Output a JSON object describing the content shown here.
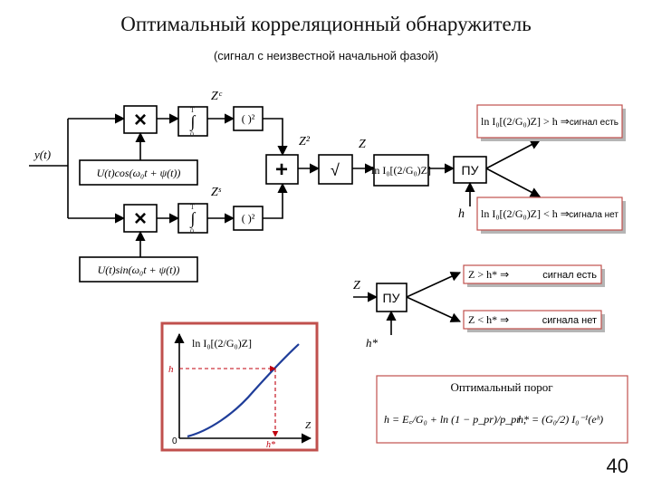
{
  "title": "Оптимальный корреляционный обнаружитель",
  "subtitle": "(сигнал с неизвестной начальной фазой)",
  "page_number": "40",
  "input_label": "y(t)",
  "multiply_symbol": "×",
  "sum_symbol": "+",
  "sqrt_symbol": "√",
  "integral_symbol": "∫",
  "square_symbol": "( )²",
  "ref_cos": "U(t)cos(ω₀t + ψ(t))",
  "ref_sin": "U(t)sin(ω₀t + ψ(t))",
  "zc_label": "Zᶜ",
  "zs_label": "Zˢ",
  "z2_label": "Z²",
  "z_label": "Z",
  "bessel_block": "ln I₀[(2/G₀)Z]",
  "pu_label": "ПУ",
  "h_label": "h",
  "decision1": {
    "yes_formula": "ln I₀[(2/G₀)Z] > h ⇒",
    "yes_text": "сигнал есть",
    "no_formula": "ln I₀[(2/G₀)Z] < h ⇒",
    "no_text": "сигнала нет"
  },
  "decision2": {
    "z_label": "Z",
    "pu_label": "ПУ",
    "threshold_label": "h*",
    "yes_formula": "Z > h* ⇒",
    "yes_text": "сигнал есть",
    "no_formula": "Z < h* ⇒",
    "no_text": "сигнала нет"
  },
  "graph": {
    "curve_label": "ln I₀[(2/G₀)Z]",
    "y_label": "h",
    "x_label": "Z",
    "origin_label": "0",
    "x_marker_label": "h*"
  },
  "threshold_box": {
    "heading": "Оптимальный порог",
    "formula_h": "h = E꜀/G₀ + ln (1 − p_pr)/p_pr ,",
    "formula_hstar": "h* = (G₀/2) I₀⁻¹(eʰ)"
  },
  "colors": {
    "accent_red": "#c0504d",
    "shadow_gray": "#b5b5b5",
    "curve_blue": "#1f3d99",
    "marker_red": "#c0000e"
  }
}
